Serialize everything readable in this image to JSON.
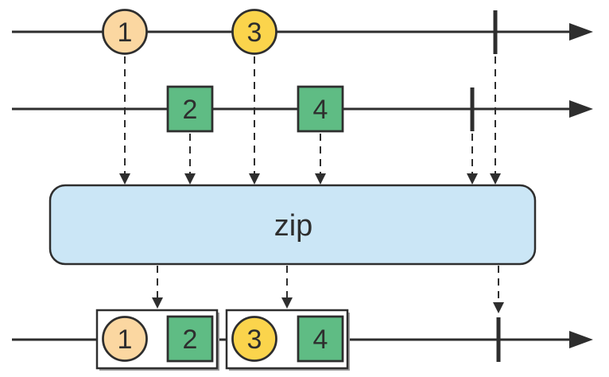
{
  "diagram": {
    "operator": {
      "label": "zip"
    },
    "source1": {
      "marbles": [
        {
          "value": "1",
          "shape": "circle",
          "color_key": "peach"
        },
        {
          "value": "3",
          "shape": "circle",
          "color_key": "yellow"
        }
      ]
    },
    "source2": {
      "marbles": [
        {
          "value": "2",
          "shape": "square",
          "color_key": "green"
        },
        {
          "value": "4",
          "shape": "square",
          "color_key": "green"
        }
      ]
    },
    "output": {
      "groups": [
        {
          "circle": "1",
          "square": "2"
        },
        {
          "circle": "3",
          "square": "4"
        }
      ]
    },
    "colors": {
      "peach": "#FBD7A1",
      "yellow": "#FBD44C",
      "green": "#5FBC84",
      "operator_fill": "#CBE6F6",
      "stroke": "#2E2E2E"
    }
  }
}
